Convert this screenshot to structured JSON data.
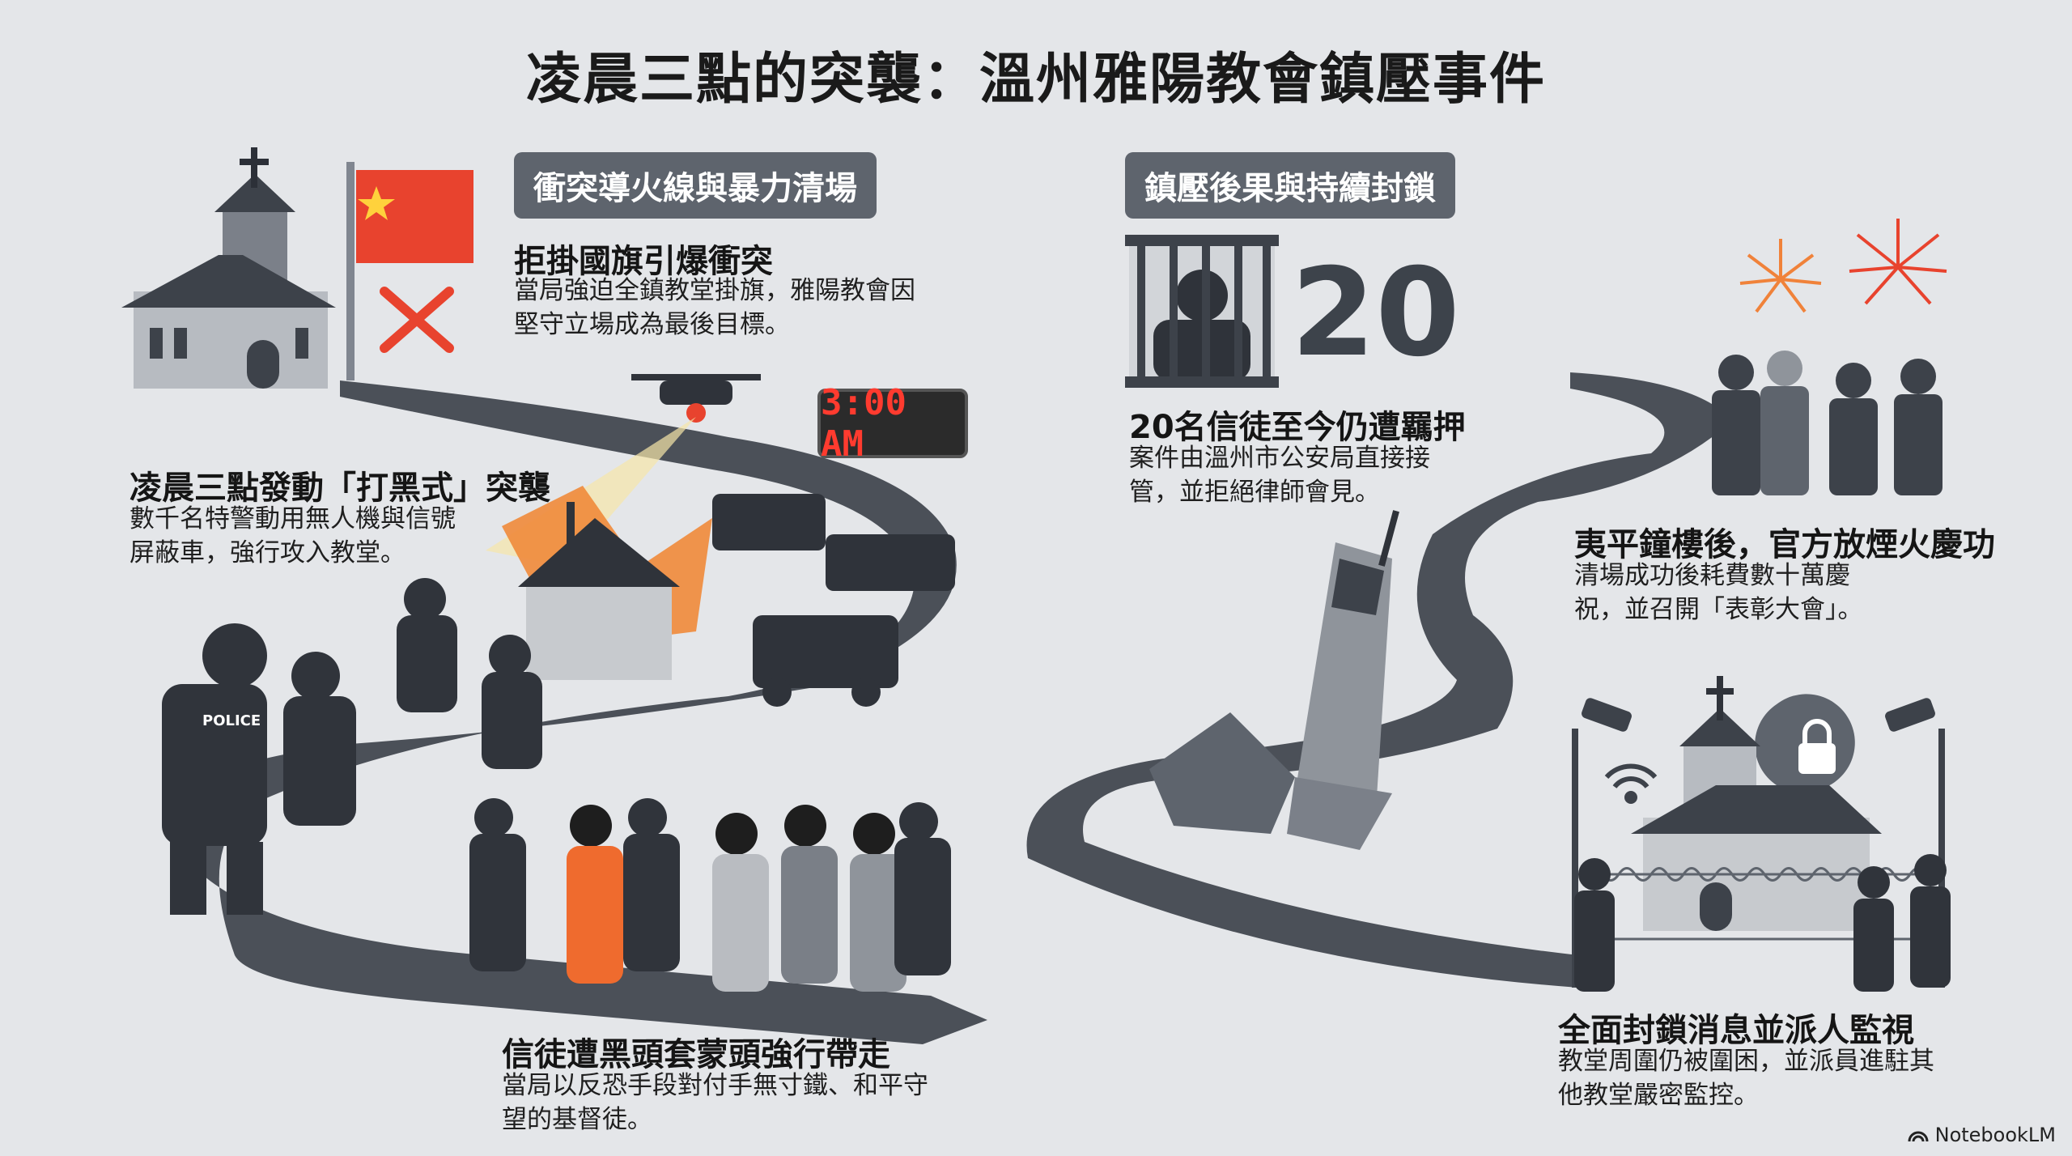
{
  "title": "凌晨三點的突襲：溫州雅陽教會鎮壓事件",
  "left_section": {
    "tag": "衝突導火線與暴力清場",
    "item1": {
      "heading": "拒掛國旗引爆衝突",
      "text": "當局強迫全鎮教堂掛旗，雅陽教會因堅守立場成為最後目標。"
    },
    "item2": {
      "heading": "凌晨三點發動「打黑式」突襲",
      "text": "數千名特警動用無人機與信號屏蔽車，強行攻入教堂。"
    },
    "item3": {
      "heading": "信徒遭黑頭套蒙頭強行帶走",
      "text": "當局以反恐手段對付手無寸鐵、和平守望的基督徒。"
    },
    "clock": "3:00 AM",
    "police_label": "POLICE"
  },
  "right_section": {
    "tag": "鎮壓後果與持續封鎖",
    "big_number": "20",
    "item1": {
      "heading": "20名信徒至今仍遭羈押",
      "text": "案件由溫州市公安局直接接管，並拒絕律師會見。"
    },
    "item2": {
      "heading": "夷平鐘樓後，官方放煙火慶功",
      "text": "清場成功後耗費數十萬慶祝，並召開「表彰大會」。"
    },
    "item3": {
      "heading": "全面封鎖消息並派人監視",
      "text": "教堂周圍仍被圍困，並派員進駐其他教堂嚴密監控。"
    }
  },
  "brand": "NotebookLM",
  "icons": [
    "church-icon",
    "china-flag-icon",
    "red-x-icon",
    "drone-icon",
    "clock-display",
    "police-van-icon",
    "burning-church-icon",
    "jail-bars-icon",
    "fireworks-icon",
    "clapping-officials-icon",
    "broken-bell-tower-icon",
    "cctv-camera-icon",
    "lock-bubble-icon",
    "wifi-icon",
    "barbed-wire-fence-icon"
  ],
  "colors": {
    "background": "#e4e6e9",
    "tag": "#5e646d",
    "accent_red": "#e8432e",
    "road": "#4b5058"
  }
}
